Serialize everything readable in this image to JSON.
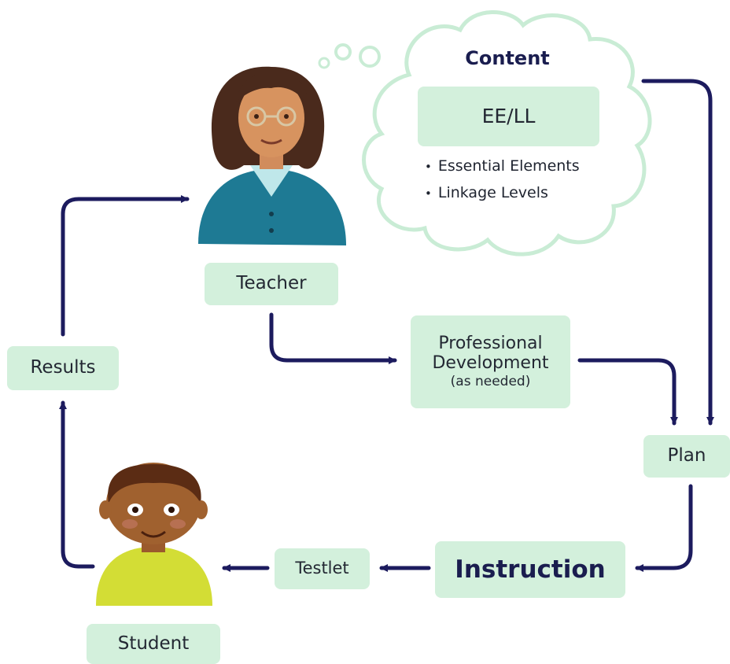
{
  "content": {
    "title": "Content",
    "box_label": "EE/LL",
    "bullets": [
      "Essential Elements",
      "Linkage Levels"
    ]
  },
  "nodes": {
    "teacher": "Teacher",
    "results": "Results",
    "pd_line1": "Professional",
    "pd_line2": "Development",
    "pd_line3": "(as needed)",
    "plan": "Plan",
    "instruction": "Instruction",
    "testlet": "Testlet",
    "student": "Student"
  },
  "colors": {
    "box_fill": "#d3f0dc",
    "arrow": "#1c1b5e",
    "cloud_stroke": "#c9ecd5"
  }
}
